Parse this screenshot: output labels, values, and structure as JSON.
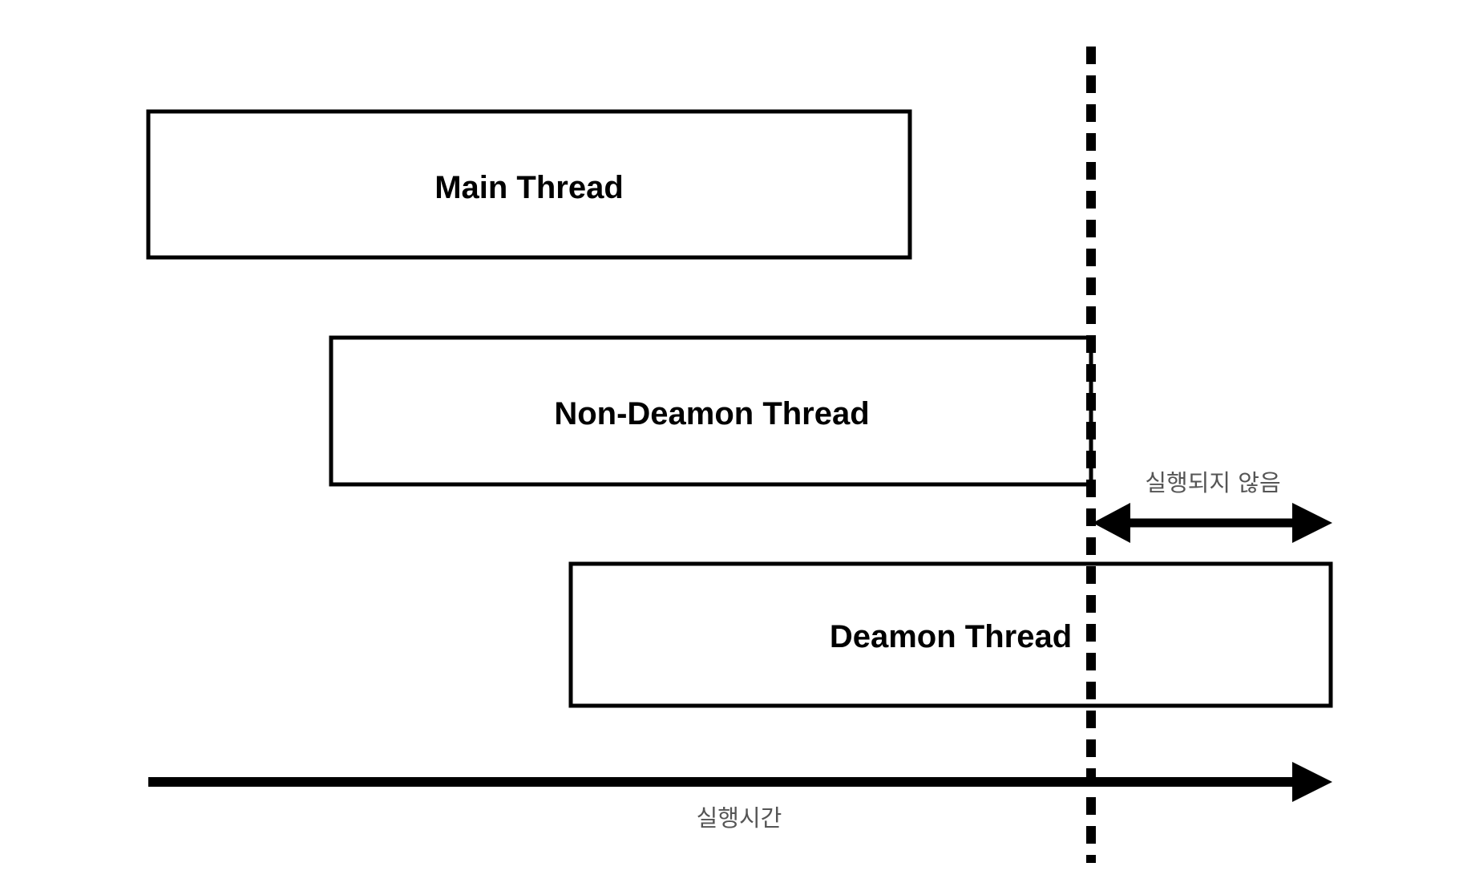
{
  "threads": {
    "main": {
      "label": "Main Thread"
    },
    "non_daemon": {
      "label": "Non-Deamon Thread"
    },
    "daemon": {
      "label": "Deamon Thread"
    }
  },
  "annotations": {
    "not_executed": "실행되지 않음",
    "execution_time": "실행시간"
  },
  "colors": {
    "stroke": "#000000",
    "note_text": "#555555",
    "background": "#ffffff"
  }
}
